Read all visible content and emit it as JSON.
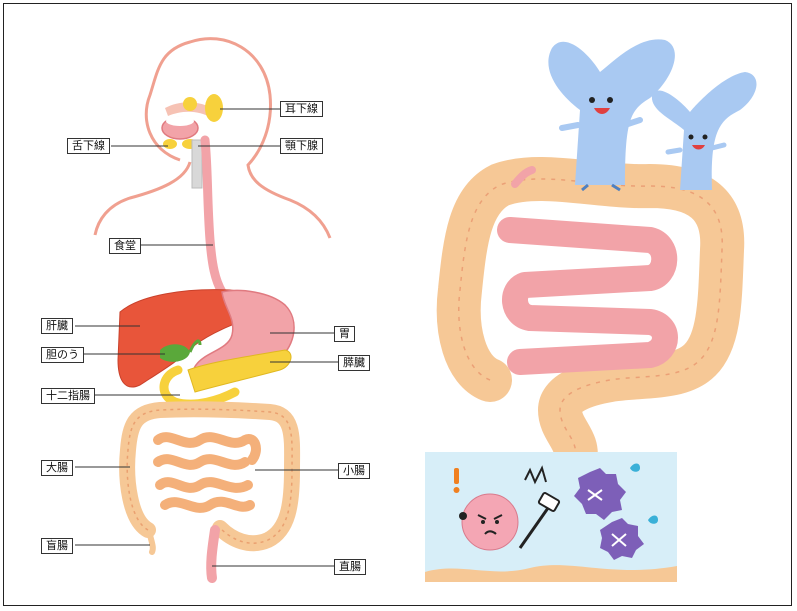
{
  "labels": {
    "parotid": "耳下線",
    "sublingual": "舌下線",
    "submandibular": "顎下腺",
    "esophagus": "食堂",
    "liver": "肝臓",
    "stomach": "胃",
    "gallbladder": "胆のう",
    "pancreas": "膵臓",
    "duodenum": "十二指腸",
    "large_intestine": "大腸",
    "small_intestine": "小腸",
    "cecum": "盲腸",
    "rectum": "直腸"
  },
  "colors": {
    "outline": "#f0a090",
    "liver": "#e8553a",
    "stomach": "#f2a3a8",
    "gland": "#f7d13c",
    "intestine": "#f6c896",
    "small_intestine": "#f4b07a",
    "character": "#a9c9f2",
    "panel_bg": "#d7eef8",
    "bacteria_good": "#f4a6b4",
    "bacteria_bad": "#7d5fb8"
  },
  "icons": {
    "exclamation": "exclamation-icon",
    "sweat": "sweat-drop-icon"
  }
}
